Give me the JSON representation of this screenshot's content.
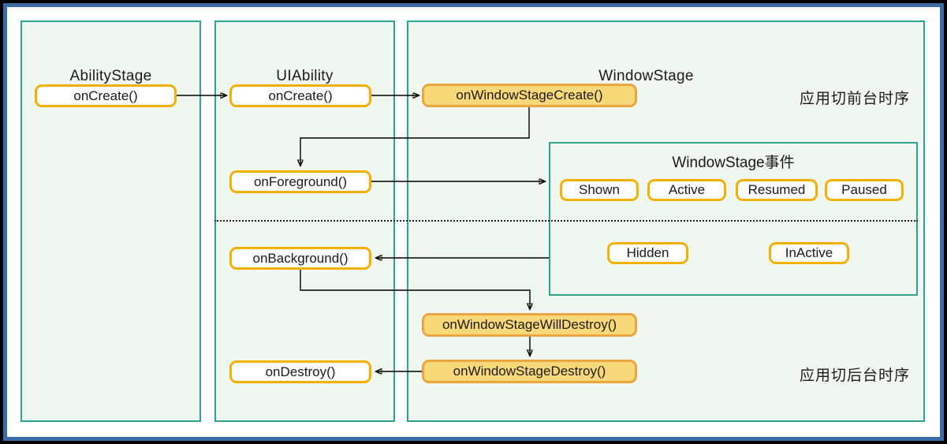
{
  "frame": {
    "outer_color": "#000000",
    "border_color": "#3C6CA6",
    "page_color": "#FFFFFF"
  },
  "palette": {
    "container_fill": "#F0F7F0",
    "container_border": "#2BA592",
    "node_border": "#F2B100",
    "node_fill": "#FFFFFF",
    "node_filled_bg": "#F8D878",
    "node_filled_border": "#E9A53F",
    "text_color": "#1A1A1A",
    "arrow_color": "#000000"
  },
  "containers": {
    "ability_stage": {
      "title": "AbilityStage"
    },
    "ui_ability": {
      "title": "UIAbility"
    },
    "window_stage": {
      "title": "WindowStage"
    },
    "window_stage_events": {
      "title": "WindowStage事件"
    }
  },
  "nodes": {
    "ability_stage_on_create": {
      "label": "onCreate()"
    },
    "ui_ability_on_create": {
      "label": "onCreate()"
    },
    "on_window_stage_create": {
      "label": "onWindowStageCreate()"
    },
    "on_foreground": {
      "label": "onForeground()"
    },
    "on_background": {
      "label": "onBackground()"
    },
    "on_window_stage_will_destroy": {
      "label": "onWindowStageWillDestroy()"
    },
    "on_window_stage_destroy": {
      "label": "onWindowStageDestroy()"
    },
    "on_destroy": {
      "label": "onDestroy()"
    },
    "shown": {
      "label": "Shown"
    },
    "active": {
      "label": "Active"
    },
    "resumed": {
      "label": "Resumed"
    },
    "paused": {
      "label": "Paused"
    },
    "hidden": {
      "label": "Hidden"
    },
    "inactive": {
      "label": "InActive"
    }
  },
  "annotations": {
    "foreground_sequence": "应用切前台时序",
    "background_sequence": "应用切后台时序"
  }
}
